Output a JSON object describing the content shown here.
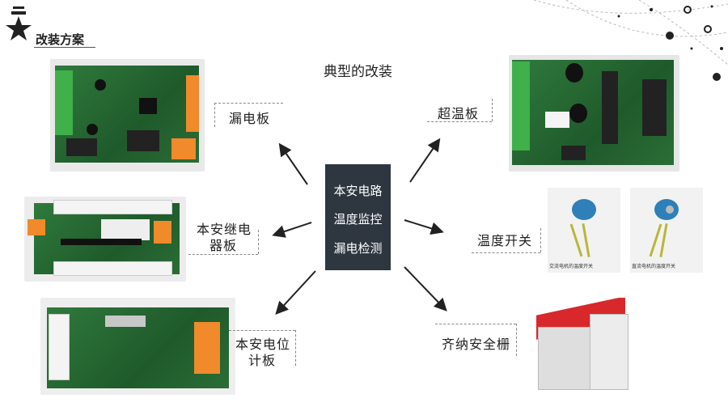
{
  "header": {
    "title": "改装方案"
  },
  "slide": {
    "heading": "典型的改装"
  },
  "center": {
    "items": [
      "本安电路",
      "温度监控",
      "漏电检测"
    ]
  },
  "labels": {
    "leakage_board": "漏电板",
    "relay_board_line1": "本安继电",
    "relay_board_line2": "器板",
    "potentiometer_board_line1": "本安电位",
    "potentiometer_board_line2": "计板",
    "overtemp_board": "超温板",
    "temp_switch": "温度开关",
    "zener_barrier": "齐纳安全栅"
  },
  "photo_captions": {
    "temp_switch_left": "交流电机的温度开关",
    "temp_switch_right": "直流电机的温度开关"
  },
  "colors": {
    "accent_dark": "#2e3640",
    "pcb_green": "#1f5a2b",
    "terminal_orange": "#f08a2a",
    "barrier_red": "#d8282b"
  },
  "icons": [
    "star-icon",
    "decorative-dots-icon"
  ]
}
